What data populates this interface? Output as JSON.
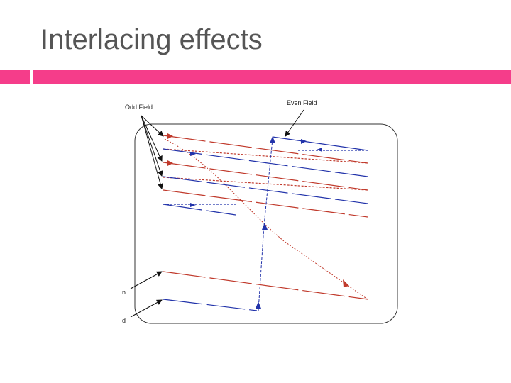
{
  "slide": {
    "title": "Interlacing effects",
    "accent_color": "#f53d8a"
  },
  "diagram": {
    "labels": {
      "odd_field": "Odd Field",
      "even_field": "Even Field",
      "bottom_label_1": "n",
      "bottom_label_2": "d"
    },
    "colors": {
      "odd_lines": "#c0392b",
      "even_lines": "#2233aa",
      "frame": "#333333",
      "label_arrows": "#111111"
    }
  }
}
